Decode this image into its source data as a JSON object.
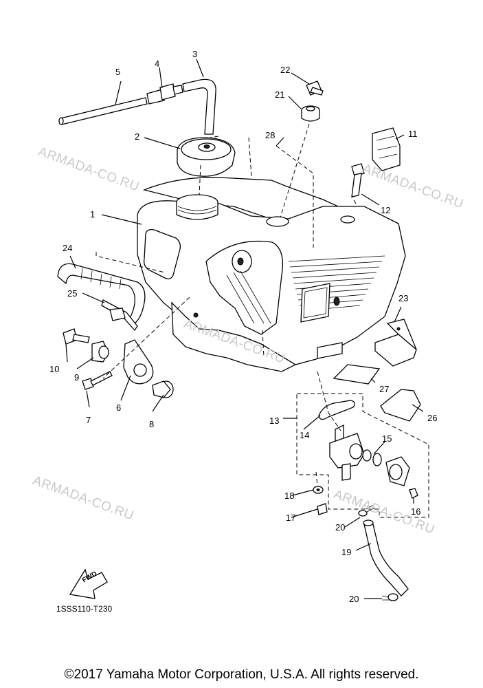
{
  "watermark": "ARMADA-CO.RU",
  "callouts": [
    "1",
    "2",
    "3",
    "4",
    "5",
    "6",
    "7",
    "8",
    "9",
    "10",
    "11",
    "12",
    "13",
    "14",
    "15",
    "16",
    "17",
    "18",
    "19",
    "20",
    "20",
    "21",
    "22",
    "23",
    "24",
    "25",
    "26",
    "27",
    "28"
  ],
  "fwd_label": "FWD",
  "diagram_code": "1SSS110-T230",
  "copyright": "©2017 Yamaha Motor Corporation, U.S.A. All rights reserved."
}
